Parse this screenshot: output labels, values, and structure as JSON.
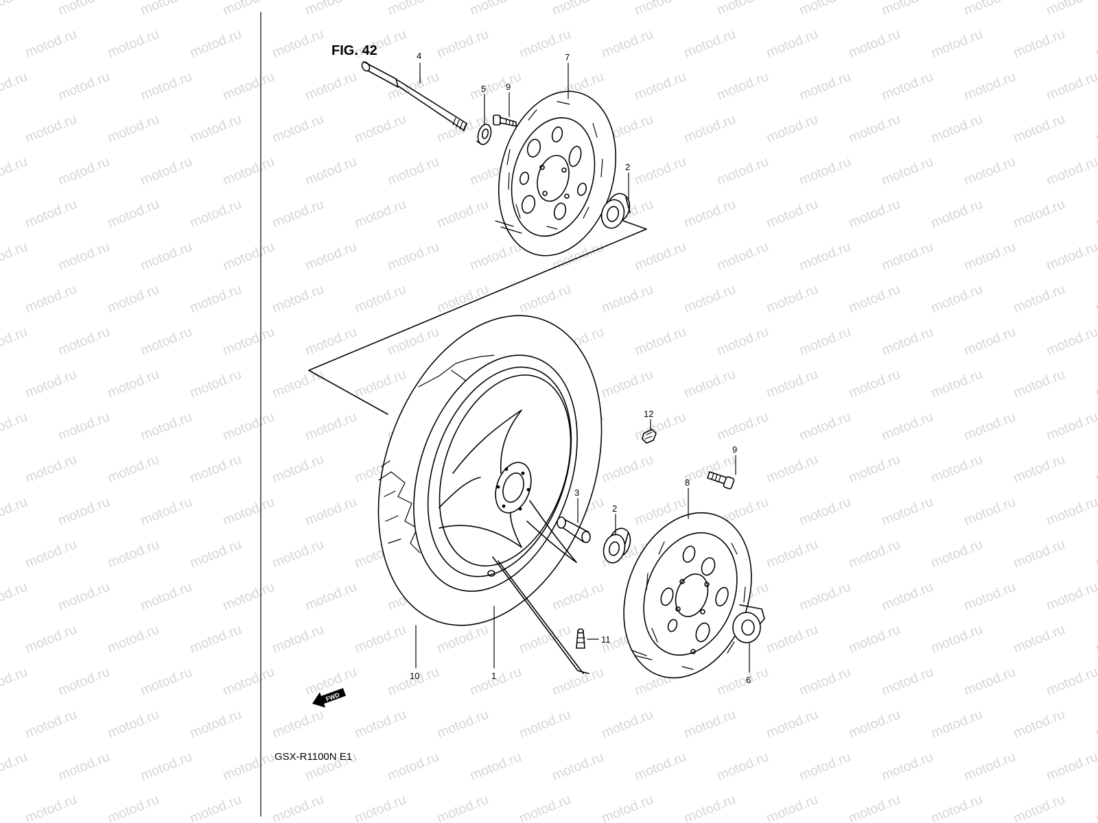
{
  "figure": {
    "title": "FIG. 42",
    "model": "GSX-R1100N E1",
    "direction_badge": "FWD"
  },
  "watermark": {
    "text": "motod.ru",
    "color": "#d6d6d6"
  },
  "callouts": [
    "1",
    "2",
    "2",
    "3",
    "4",
    "5",
    "6",
    "7",
    "8",
    "9",
    "9",
    "10",
    "11",
    "12"
  ]
}
